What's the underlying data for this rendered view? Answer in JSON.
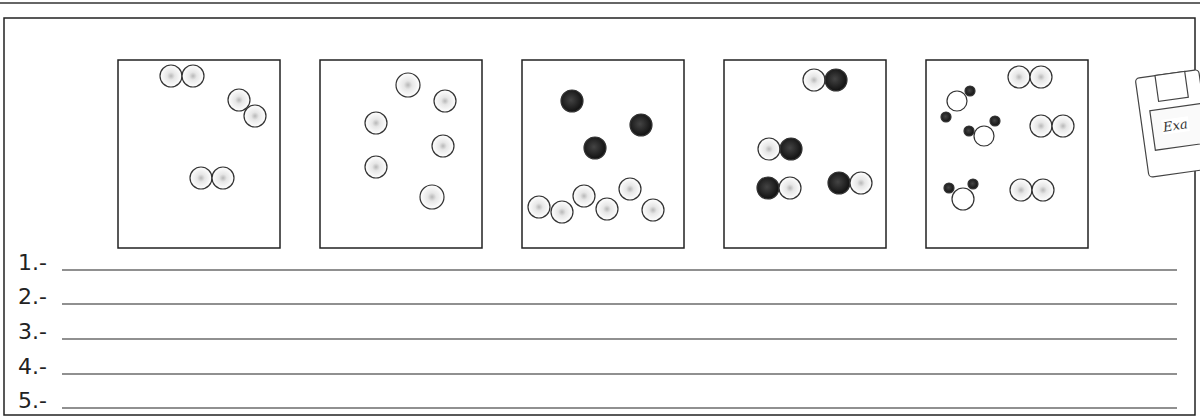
{
  "diagram": {
    "labels": [
      "1.-",
      "2.-",
      "3.-",
      "4.-",
      "5.-",
      "Exa"
    ]
  }
}
